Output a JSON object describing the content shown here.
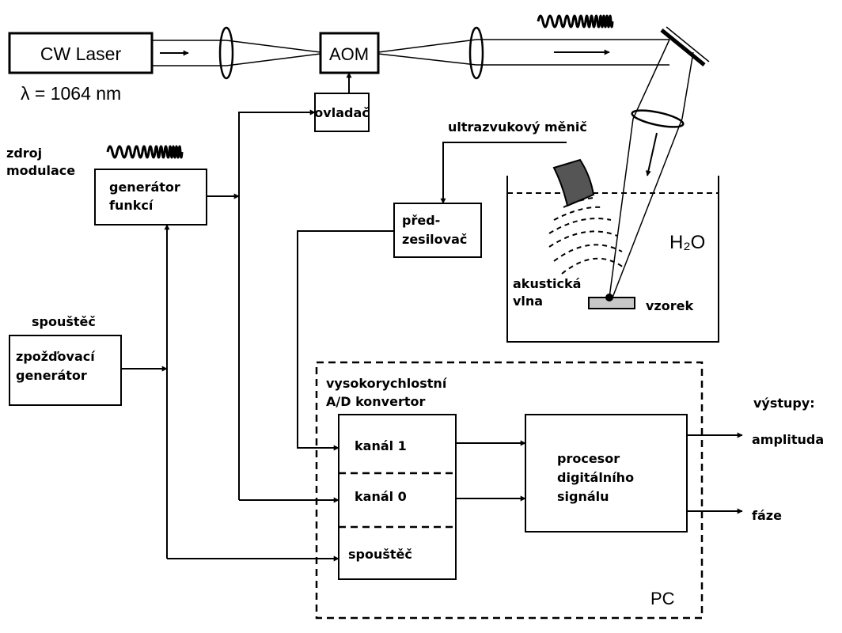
{
  "laser": {
    "label": "CW Laser",
    "wavelength": "λ = 1064 nm"
  },
  "aom": {
    "label": "AOM"
  },
  "driver": {
    "label": "ovladač"
  },
  "modulation_source": {
    "line1": "zdroj",
    "line2": "modulace"
  },
  "function_generator": {
    "line1": "generátor",
    "line2": "funkcí"
  },
  "trigger_label": "spouštěč",
  "delay_generator": {
    "line1": "zpožďovací",
    "line2": "generátor"
  },
  "transducer_label": "ultrazvukový měnič",
  "preamp": {
    "line1": "před-",
    "line2": "zesilovač"
  },
  "tank": {
    "medium": "H₂O",
    "acoustic_wave_line1": "akustická",
    "acoustic_wave_line2": "vlna",
    "sample_label": "vzorek"
  },
  "adc": {
    "title_line1": "vysokorychlostní",
    "title_line2": "A/D konvertor",
    "channel1": "kanál 1",
    "channel0": "kanál 0",
    "trigger": "spouštěč"
  },
  "dsp": {
    "line1": "procesor",
    "line2": "digitálního",
    "line3": "signálu"
  },
  "pc_label": "PC",
  "outputs": {
    "title": "výstupy:",
    "amplitude": "amplituda",
    "phase": "fáze"
  },
  "colors": {
    "line": "#000000",
    "transducer": "#555555",
    "sample": "#c8c8c8",
    "background": "#ffffff"
  }
}
